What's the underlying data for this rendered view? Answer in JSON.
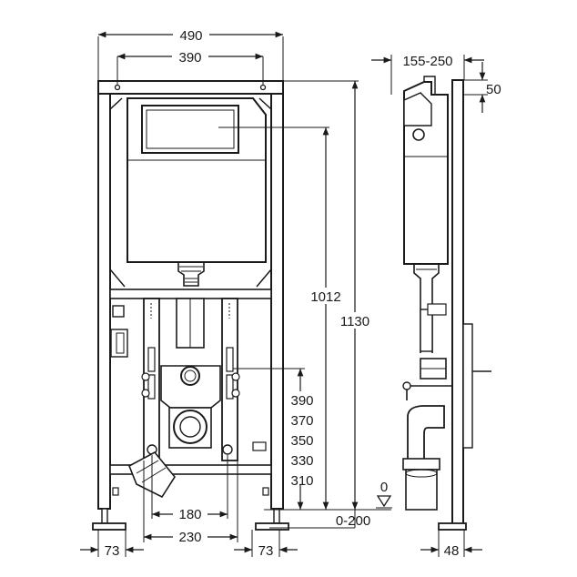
{
  "front_view": {
    "width_total": "490",
    "width_holes": "390",
    "height_button": "1012",
    "height_total": "1130",
    "outlet_heights": [
      "390",
      "370",
      "350",
      "330",
      "310"
    ],
    "inner_spacing": "180",
    "outer_spacing": "230",
    "foot_left": "73",
    "foot_right": "73"
  },
  "side_view": {
    "wall_offset": "155-250",
    "top_offset": "50",
    "floor_zero": "0",
    "floor_adjust": "0-200",
    "foot_depth": "48"
  }
}
